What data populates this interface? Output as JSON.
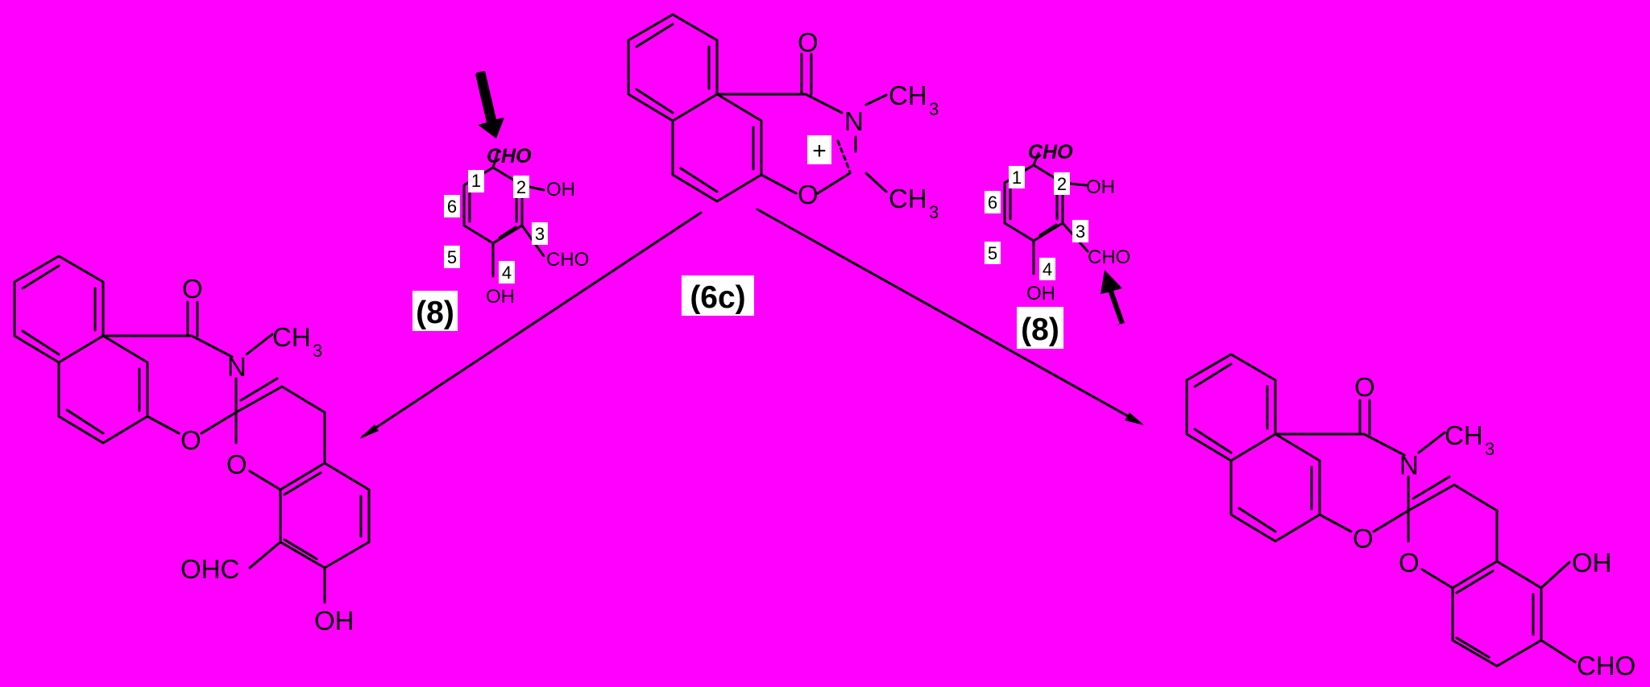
{
  "colors": {
    "background": "#ff00ff",
    "ink": "#000000",
    "label_bg": "#ffffff"
  },
  "compounds": {
    "benzoxazinone": {
      "label": "(6c)",
      "atoms": {
        "O": "O",
        "N": "N",
        "CH": "CH",
        "three": "3",
        "plus": "+"
      }
    },
    "aldehyde_left": {
      "label": "(8)",
      "cho": "CHO",
      "oh": "OH",
      "cho3": "CHO",
      "oh4": "OH",
      "positions": [
        "1",
        "2",
        "3",
        "4",
        "5",
        "6"
      ]
    },
    "aldehyde_right": {
      "label": "(8)",
      "cho": "CHO",
      "oh": "OH",
      "cho3": "CHO",
      "oh4": "OH",
      "positions": [
        "1",
        "2",
        "3",
        "4",
        "5",
        "6"
      ]
    },
    "spiro_left": {
      "atoms": {
        "O": "O",
        "N": "N",
        "CH": "CH",
        "three": "3",
        "OHC": "OHC",
        "OH": "OH"
      }
    },
    "spiro_right": {
      "atoms": {
        "O": "O",
        "N": "N",
        "CH": "CH",
        "three": "3",
        "OH": "OH",
        "CHO": "CHO"
      }
    }
  },
  "arrows": [
    {
      "name": "reaction-arrow-left"
    },
    {
      "name": "reaction-arrow-right"
    },
    {
      "name": "attack-arrow-left"
    },
    {
      "name": "attack-arrow-right"
    }
  ]
}
